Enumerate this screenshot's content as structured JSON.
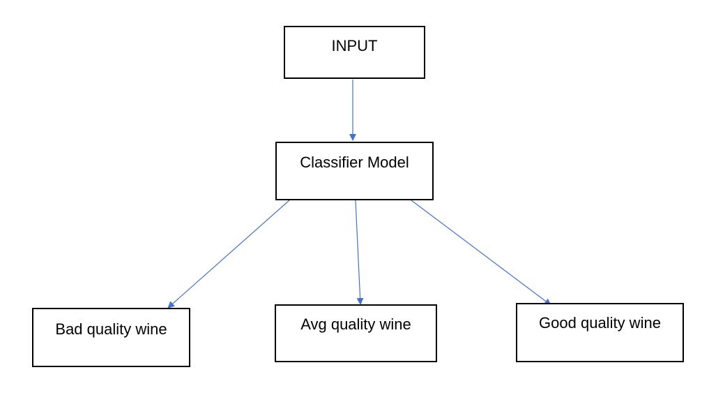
{
  "diagram": {
    "nodes": {
      "input": "INPUT",
      "classifier": "Classifier Model",
      "bad": "Bad quality wine",
      "avg": "Avg quality wine",
      "good": "Good quality wine"
    },
    "edges": [
      {
        "from": "input",
        "to": "classifier"
      },
      {
        "from": "classifier",
        "to": "bad"
      },
      {
        "from": "classifier",
        "to": "avg"
      },
      {
        "from": "classifier",
        "to": "good"
      }
    ],
    "colors": {
      "arrow": "#4472C4",
      "box_border": "#000000",
      "text": "#000000"
    }
  }
}
